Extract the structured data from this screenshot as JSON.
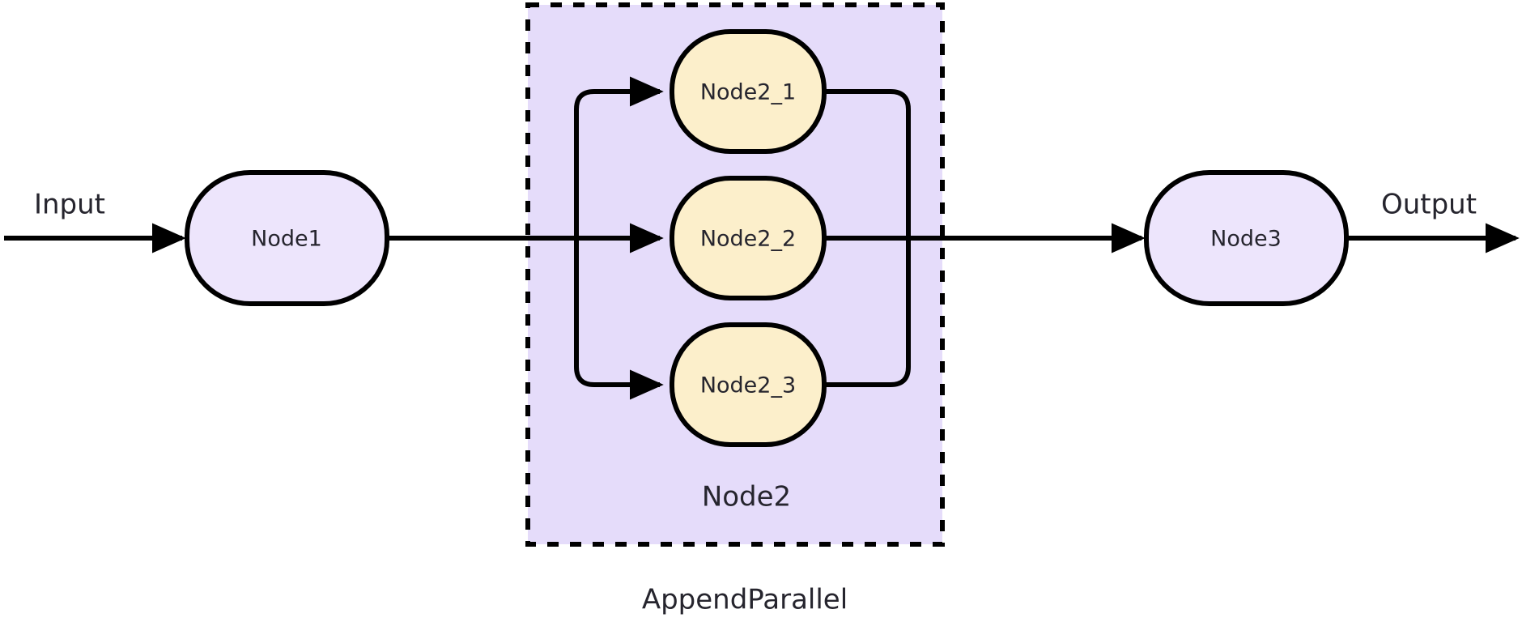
{
  "diagram": {
    "title": "AppendParallel",
    "caption": "AppendParallel",
    "colors": {
      "background": "#ffffff",
      "stroke": "#000000",
      "text": "#26252e",
      "node_purple_fill": "#EDE5FC",
      "node_yellow_fill": "#FCEFCB",
      "group_fill": "#E5DCFA"
    },
    "io": {
      "input_label": "Input",
      "output_label": "Output"
    },
    "nodes": [
      {
        "id": "node1",
        "label": "Node1",
        "style": "purple-stadium"
      },
      {
        "id": "node3",
        "label": "Node3",
        "style": "purple-stadium"
      }
    ],
    "group": {
      "id": "node2-group",
      "label": "Node2",
      "border": "dashed",
      "children": [
        {
          "id": "node2_1",
          "label": "Node2_1",
          "style": "yellow-stadium"
        },
        {
          "id": "node2_2",
          "label": "Node2_2",
          "style": "yellow-stadium"
        },
        {
          "id": "node2_3",
          "label": "Node2_3",
          "style": "yellow-stadium"
        }
      ]
    },
    "edges": [
      {
        "from": "input",
        "to": "node1",
        "arrow": true
      },
      {
        "from": "node1",
        "to": "fanout",
        "arrow": false
      },
      {
        "from": "fanout",
        "to": "node2_1",
        "arrow": true
      },
      {
        "from": "fanout",
        "to": "node2_2",
        "arrow": true
      },
      {
        "from": "fanout",
        "to": "node2_3",
        "arrow": true
      },
      {
        "from": "node2_1",
        "to": "merge",
        "arrow": false
      },
      {
        "from": "node2_2",
        "to": "merge",
        "arrow": false
      },
      {
        "from": "node2_3",
        "to": "merge",
        "arrow": false
      },
      {
        "from": "merge",
        "to": "node3",
        "arrow": true
      },
      {
        "from": "node3",
        "to": "output",
        "arrow": true
      }
    ]
  }
}
